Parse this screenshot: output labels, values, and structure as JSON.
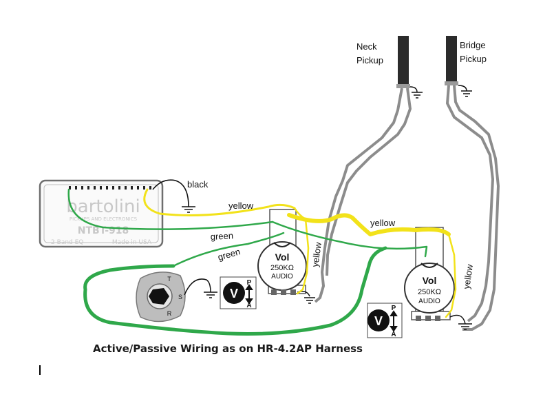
{
  "pickups": {
    "neck": {
      "line1": "Neck",
      "line2": "Pickup"
    },
    "bridge": {
      "line1": "Bridge",
      "line2": "Pickup"
    }
  },
  "module": {
    "logo": "bartolini",
    "logo_sub": "PICKUPS AND ELECTRONICS",
    "model": "NTBT-918",
    "eq": "2-Band EQ",
    "origin": "Made in USA"
  },
  "wire_labels": {
    "black": "black",
    "yellow_top": "yellow",
    "yellow_right": "yellow",
    "yellow_pot1": "yellow",
    "yellow_pot2": "yellow",
    "green_top": "green",
    "green_bottom": "green"
  },
  "pots": [
    {
      "name": "Vol",
      "value": "250KΩ",
      "taper": "AUDIO"
    },
    {
      "name": "Vol",
      "value": "250KΩ",
      "taper": "AUDIO"
    }
  ],
  "jack": {
    "tip": "T",
    "sleeve": "S",
    "ring": "R"
  },
  "switches": [
    {
      "center": "V",
      "top": "P",
      "bottom": "A"
    },
    {
      "center": "V",
      "top": "P",
      "bottom": "A"
    }
  ],
  "caption": "Active/Passive Wiring as on HR-4.2AP Harness",
  "colors": {
    "yellow_wire": "#f2e21a",
    "green_wire": "#2fa84a",
    "gray_cable": "#8c8c8c",
    "pickup_cable": "#2b2b2b"
  }
}
